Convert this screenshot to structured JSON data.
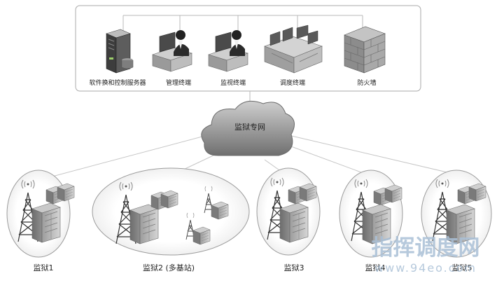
{
  "center": {
    "title": "监狱专网"
  },
  "devices": [
    {
      "label": "软件换和控制服务器",
      "icon": "server-icon"
    },
    {
      "label": "管理终端",
      "icon": "operator-workstation-icon"
    },
    {
      "label": "监视终端",
      "icon": "operator-workstation-icon"
    },
    {
      "label": "调度终端",
      "icon": "dispatch-console-icon"
    },
    {
      "label": "防火墙",
      "icon": "firewall-icon"
    }
  ],
  "sites": [
    {
      "label": "监狱1"
    },
    {
      "label": "监狱2 (多基站)"
    },
    {
      "label": "监狱3"
    },
    {
      "label": "监狱4"
    },
    {
      "label": "监狱5"
    }
  ],
  "watermark": {
    "title": "指挥调度网",
    "url": "www.94eo.com"
  },
  "colors": {
    "cloud": "#8d8d8d",
    "line": "#b9b9b9",
    "watermark": "#9fb7cf"
  }
}
